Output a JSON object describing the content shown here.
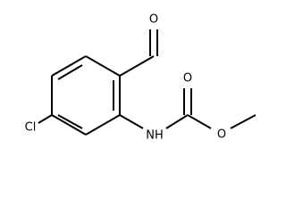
{
  "molecule": {
    "atoms": {
      "aldehyde_oxygen": "O",
      "chlorine": "Cl",
      "amide_nitrogen": "NH",
      "carbonyl_oxygen": "O",
      "ester_oxygen": "O"
    }
  }
}
